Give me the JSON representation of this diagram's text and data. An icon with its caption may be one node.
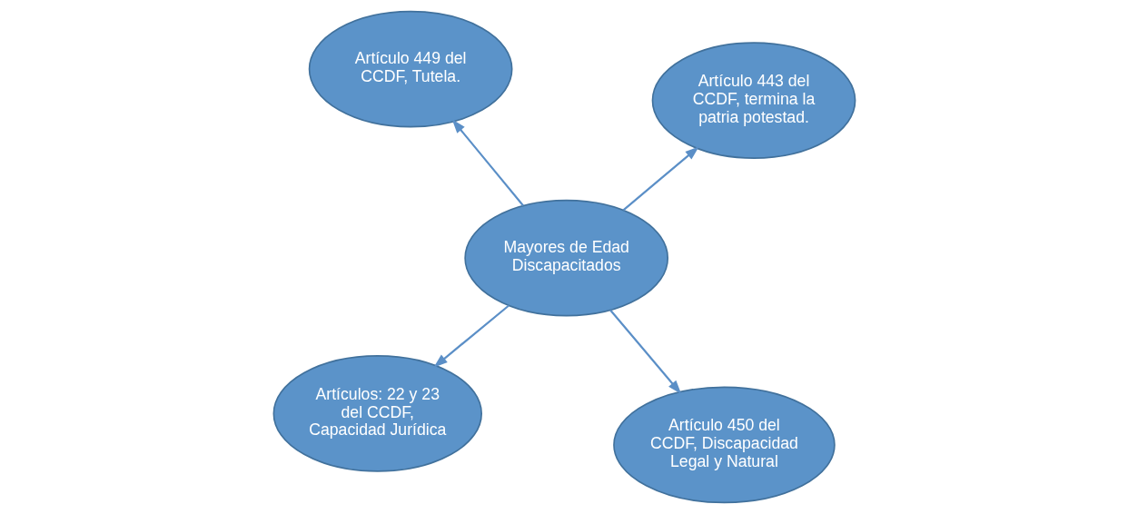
{
  "diagram": {
    "nodes": [
      {
        "text": [
          "Artículos: 22 y 23 del CCDF, Capacidad Jurídica"
        ]
      },
      {
        "text": [
          "Artículo 450 del CCDF, Discapacidad Legal y Natural"
        ]
      },
      {
        "text": [
          "Mayores de Edad Discapacitados"
        ]
      },
      {
        "text": [
          "Artículo 449 del CCDF, Tutela."
        ]
      },
      {
        "text": [
          "Artículo 443 del CCDF, termina la patria potestad."
        ]
      }
    ],
    "edges": [
      {
        "from": 2,
        "to": 0,
        "arrow": "to"
      },
      {
        "from": 2,
        "to": 1,
        "arrow": "to"
      },
      {
        "from": 2,
        "to": 3,
        "arrow": "to"
      },
      {
        "from": 2,
        "to": 4,
        "arrow": "to"
      }
    ]
  }
}
